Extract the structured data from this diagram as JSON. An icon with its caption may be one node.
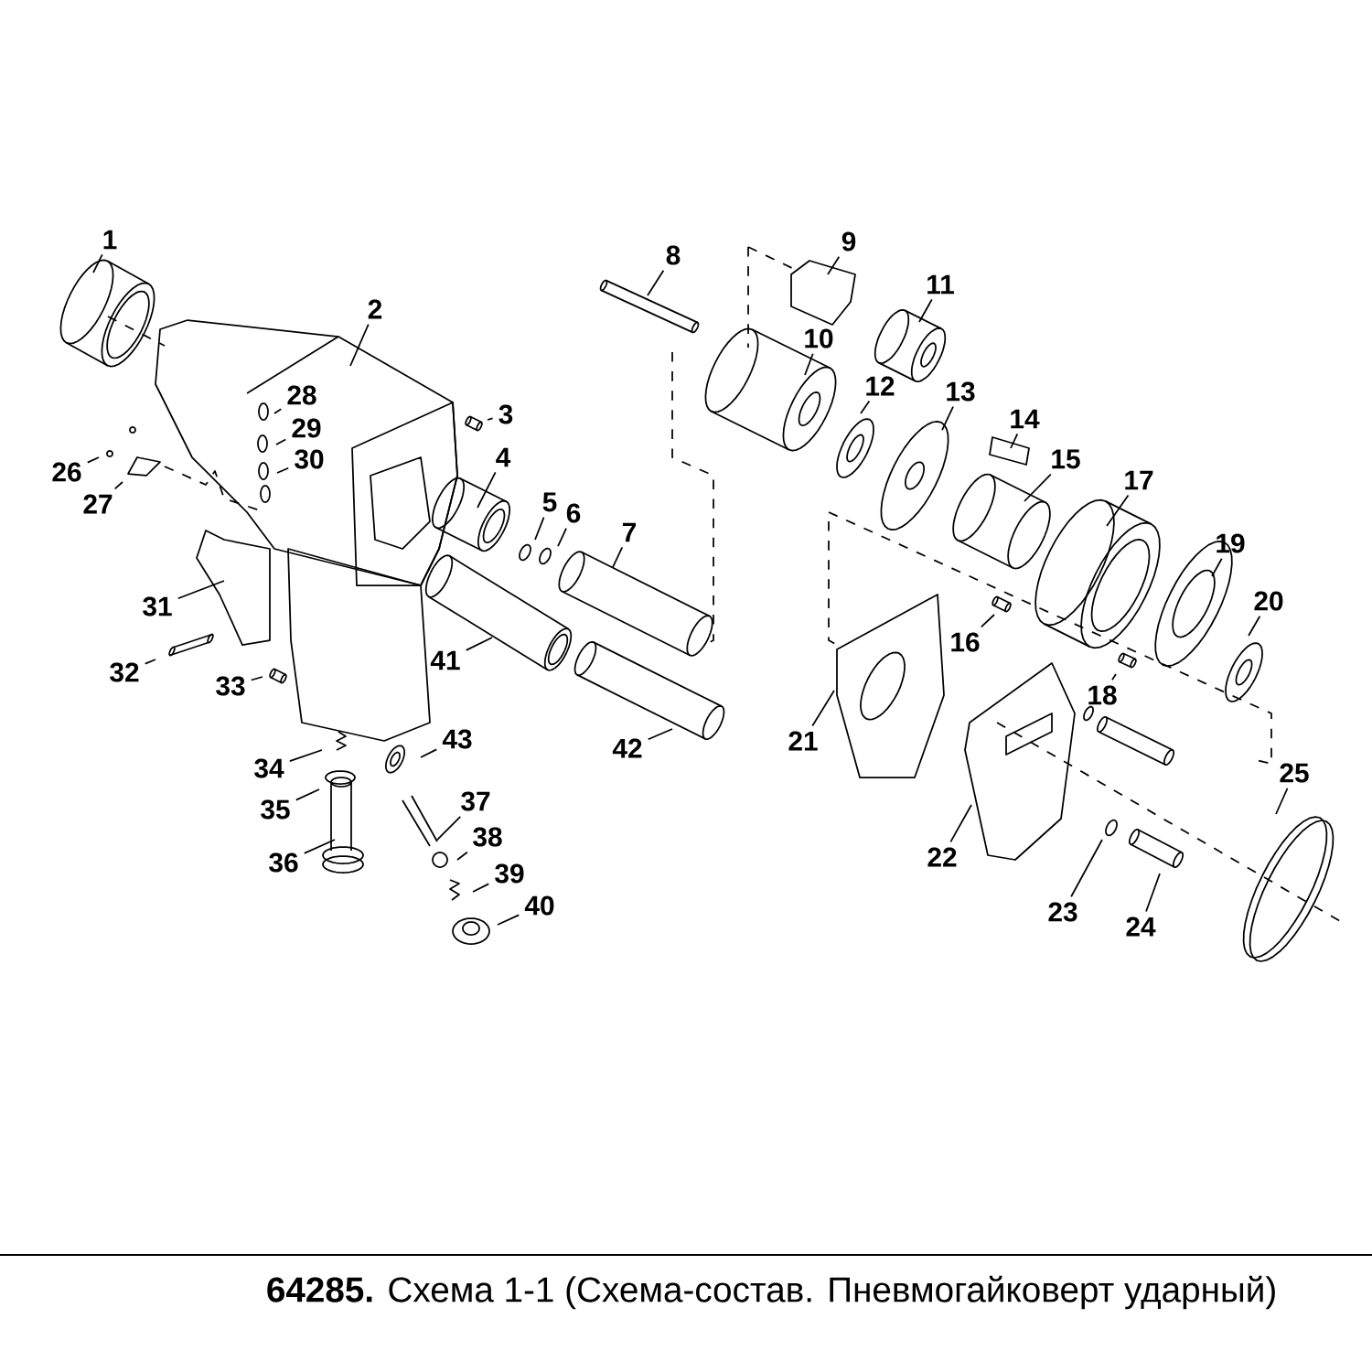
{
  "diagram": {
    "title": "**64285.** Схема 1-1 (Схема-состав. Пневмогайковерт ударный)",
    "nodes": [
      {
        "text": [
          "1"
        ]
      },
      {
        "text": [
          "2"
        ]
      },
      {
        "text": [
          "3"
        ]
      },
      {
        "text": [
          "4"
        ]
      },
      {
        "text": [
          "5"
        ]
      },
      {
        "text": [
          "6"
        ]
      },
      {
        "text": [
          "7"
        ]
      },
      {
        "text": [
          "8"
        ]
      },
      {
        "text": [
          "9"
        ]
      },
      {
        "text": [
          "10"
        ]
      },
      {
        "text": [
          "11"
        ]
      },
      {
        "text": [
          "12"
        ]
      },
      {
        "text": [
          "13"
        ]
      },
      {
        "text": [
          "14"
        ]
      },
      {
        "text": [
          "15"
        ]
      },
      {
        "text": [
          "16"
        ]
      },
      {
        "text": [
          "17"
        ]
      },
      {
        "text": [
          "18"
        ]
      },
      {
        "text": [
          "19"
        ]
      },
      {
        "text": [
          "20"
        ]
      },
      {
        "text": [
          "21"
        ]
      },
      {
        "text": [
          "22"
        ]
      },
      {
        "text": [
          "23"
        ]
      },
      {
        "text": [
          "24"
        ]
      },
      {
        "text": [
          "25"
        ]
      },
      {
        "text": [
          "26"
        ]
      },
      {
        "text": [
          "27"
        ]
      },
      {
        "text": [
          "28"
        ]
      },
      {
        "text": [
          "29"
        ]
      },
      {
        "text": [
          "30"
        ]
      },
      {
        "text": [
          "31"
        ]
      },
      {
        "text": [
          "32"
        ]
      },
      {
        "text": [
          "33"
        ]
      },
      {
        "text": [
          "34"
        ]
      },
      {
        "text": [
          "35"
        ]
      },
      {
        "text": [
          "36"
        ]
      },
      {
        "text": [
          "37"
        ]
      },
      {
        "text": [
          "38"
        ]
      },
      {
        "text": [
          "39"
        ]
      },
      {
        "text": [
          "40"
        ]
      },
      {
        "text": [
          "41"
        ]
      },
      {
        "text": [
          "42"
        ]
      },
      {
        "text": [
          "43"
        ]
      }
    ],
    "edges": [
      {
        "from": 0,
        "to": null,
        "arrow": "none"
      },
      {
        "from": 1,
        "to": null,
        "arrow": "none"
      },
      {
        "from": 2,
        "to": null,
        "arrow": "none"
      },
      {
        "from": 3,
        "to": null,
        "arrow": "none"
      },
      {
        "from": 4,
        "to": null,
        "arrow": "none"
      },
      {
        "from": 5,
        "to": null,
        "arrow": "none"
      },
      {
        "from": 6,
        "to": null,
        "arrow": "none"
      },
      {
        "from": 7,
        "to": null,
        "arrow": "none"
      },
      {
        "from": 8,
        "to": null,
        "arrow": "none"
      },
      {
        "from": 9,
        "to": null,
        "arrow": "none"
      },
      {
        "from": 10,
        "to": null,
        "arrow": "none"
      },
      {
        "from": 11,
        "to": null,
        "arrow": "none"
      },
      {
        "from": 12,
        "to": null,
        "arrow": "none"
      },
      {
        "from": 13,
        "to": null,
        "arrow": "none"
      },
      {
        "from": 14,
        "to": null,
        "arrow": "none"
      },
      {
        "from": 15,
        "to": null,
        "arrow": "none"
      },
      {
        "from": 16,
        "to": null,
        "arrow": "none"
      },
      {
        "from": 17,
        "to": null,
        "arrow": "none"
      },
      {
        "from": 18,
        "to": null,
        "arrow": "none"
      },
      {
        "from": 19,
        "to": null,
        "arrow": "none"
      },
      {
        "from": 20,
        "to": null,
        "arrow": "none"
      },
      {
        "from": 21,
        "to": null,
        "arrow": "none"
      },
      {
        "from": 22,
        "to": null,
        "arrow": "none"
      },
      {
        "from": 23,
        "to": null,
        "arrow": "none"
      },
      {
        "from": 24,
        "to": null,
        "arrow": "none"
      },
      {
        "from": 25,
        "to": null,
        "arrow": "none"
      },
      {
        "from": 26,
        "to": null,
        "arrow": "none"
      },
      {
        "from": 27,
        "to": null,
        "arrow": "none"
      },
      {
        "from": 28,
        "to": null,
        "arrow": "none"
      },
      {
        "from": 29,
        "to": null,
        "arrow": "none"
      },
      {
        "from": 30,
        "to": null,
        "arrow": "none"
      },
      {
        "from": 31,
        "to": null,
        "arrow": "none"
      },
      {
        "from": 32,
        "to": null,
        "arrow": "none"
      },
      {
        "from": 33,
        "to": null,
        "arrow": "none"
      },
      {
        "from": 34,
        "to": null,
        "arrow": "none"
      },
      {
        "from": 35,
        "to": null,
        "arrow": "none"
      },
      {
        "from": 36,
        "to": null,
        "arrow": "none"
      },
      {
        "from": 37,
        "to": null,
        "arrow": "none"
      },
      {
        "from": 38,
        "to": null,
        "arrow": "none"
      },
      {
        "from": 39,
        "to": null,
        "arrow": "none"
      },
      {
        "from": 40,
        "to": null,
        "arrow": "none"
      },
      {
        "from": 41,
        "to": null,
        "arrow": "none"
      },
      {
        "from": 42,
        "to": null,
        "arrow": "none"
      }
    ]
  }
}
